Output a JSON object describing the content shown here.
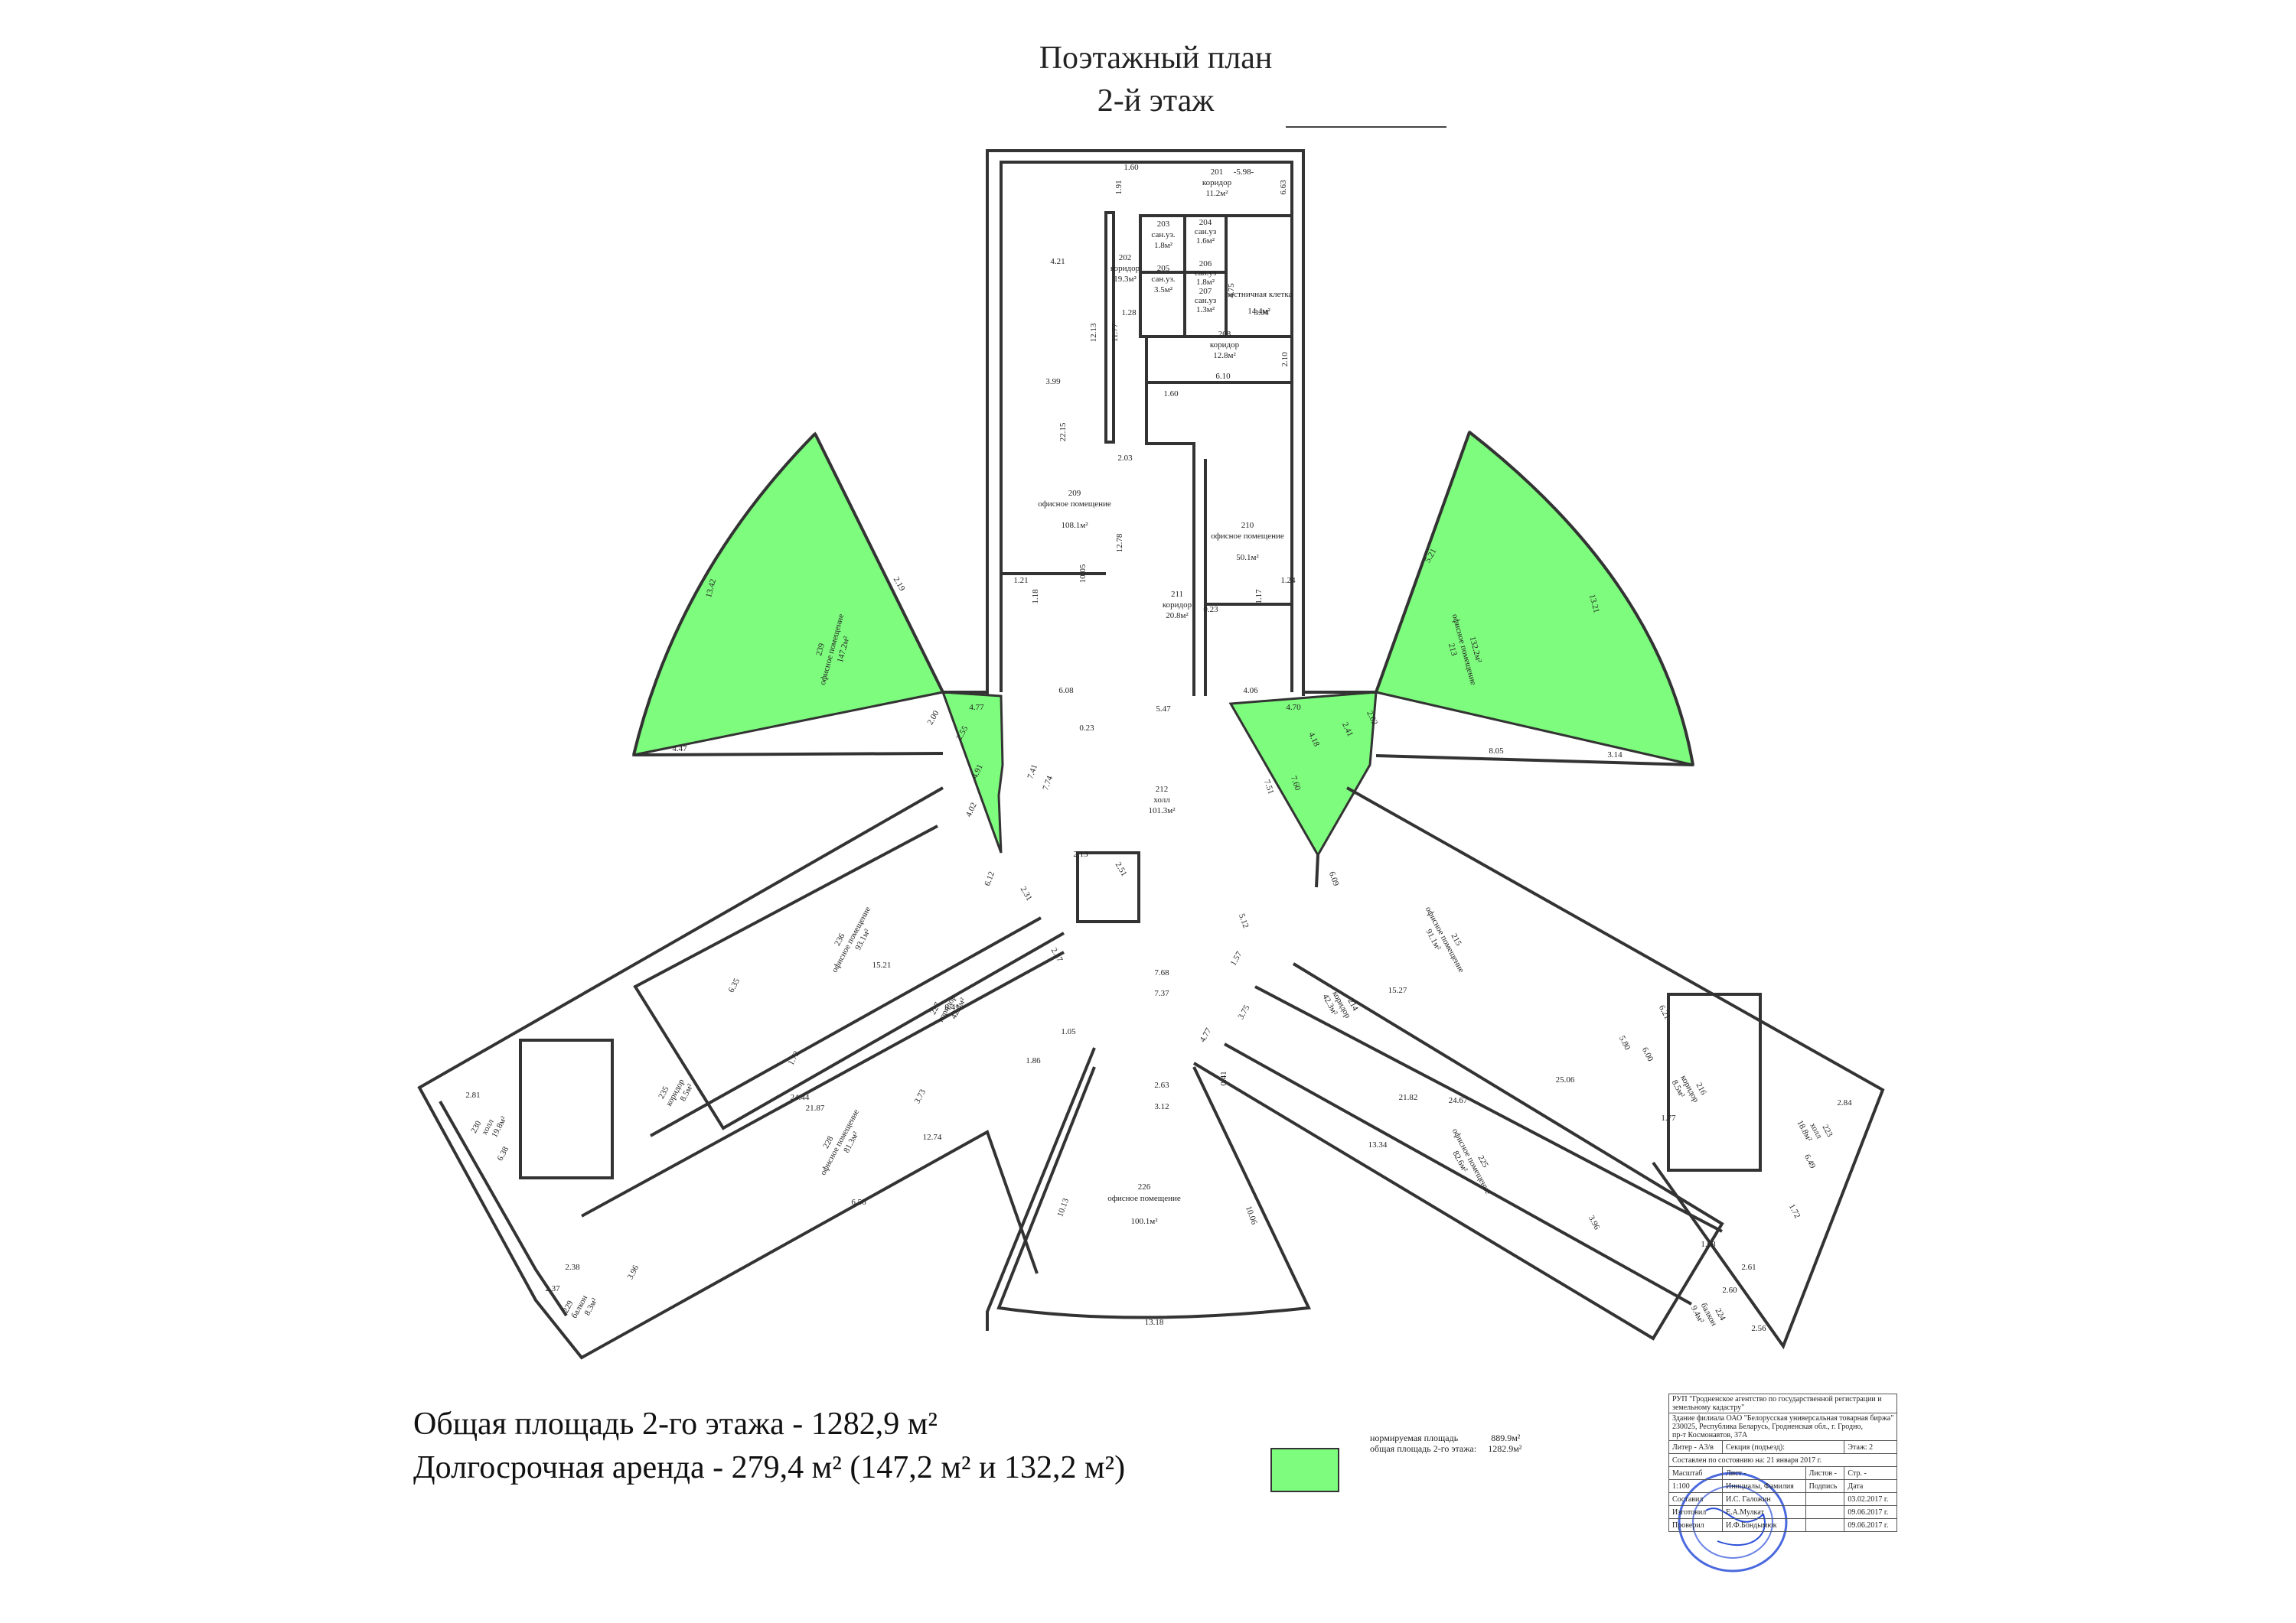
{
  "header": {
    "title": "Поэтажный план",
    "floor": "2-й этаж"
  },
  "colors": {
    "lease_fill": "#7dfc7d",
    "wall": "#333333"
  },
  "rooms": {
    "r201": {
      "num": "201",
      "name": "коридор",
      "area": "11.2м²"
    },
    "r202": {
      "num": "202",
      "name": "коридор",
      "area": "19.3м²"
    },
    "r203": {
      "num": "203",
      "name": "сан.уз.",
      "area": "1.8м²"
    },
    "r204": {
      "num": "204",
      "name": "сан.уз",
      "area": "1.6м²"
    },
    "r205": {
      "num": "205",
      "name": "сан.уз.",
      "area": "3.5м²"
    },
    "r206": {
      "num": "206",
      "name": "сан.уз",
      "area": "1.8м²"
    },
    "r207": {
      "num": "207",
      "name": "сан.уз",
      "area": "1.3м²"
    },
    "stair": {
      "name": "лестничная клетка",
      "area": "14.4м²"
    },
    "r208": {
      "num": "208",
      "name": "коридор",
      "area": "12.8м²"
    },
    "r209": {
      "num": "209",
      "name": "офисное помещение",
      "area": "108.1м²"
    },
    "r210": {
      "num": "210",
      "name": "офисное помещение",
      "area": "50.1м²"
    },
    "r211": {
      "num": "211",
      "name": "коридор",
      "area": "20.8м²"
    },
    "r212": {
      "num": "212",
      "name": "холл",
      "area": "101.3м²"
    },
    "r213": {
      "num": "213",
      "name": "офисное помещение",
      "area": "132.2м²"
    },
    "r214": {
      "num": "214",
      "name": "коридор",
      "area": "42.3м²"
    },
    "r215": {
      "num": "215",
      "name": "офисное помещение",
      "area": "91.1м²"
    },
    "r216": {
      "num": "216",
      "name": "коридор",
      "area": "8.5м²"
    },
    "r223": {
      "num": "223",
      "name": "холл",
      "area": "18.8м²"
    },
    "r224": {
      "num": "224",
      "name": "балкон",
      "area": "9.4м²"
    },
    "r225": {
      "num": "225",
      "name": "офисное помещение",
      "area": "82.6м²"
    },
    "r226": {
      "num": "226",
      "name": "офисное помещение",
      "area": "100.1м²"
    },
    "r227": {
      "num": "227",
      "name": "коридор",
      "area": "42.3м²"
    },
    "r228": {
      "num": "228",
      "name": "офисное помещение",
      "area": "81.3м²"
    },
    "r229": {
      "num": "229",
      "name": "балкон",
      "area": "8.3м²"
    },
    "r230": {
      "num": "230",
      "name": "холл",
      "area": "19.8м²"
    },
    "r235": {
      "num": "235",
      "name": "коридор",
      "area": "8.5м²"
    },
    "r236": {
      "num": "236",
      "name": "офисное помещение",
      "area": "93.1м²"
    },
    "r239": {
      "num": "239",
      "name": "офисное помещение",
      "area": "147.2м²"
    }
  },
  "dims": {
    "d1": "1.60",
    "d2": "1.91",
    "d3": "-5.98-",
    "d4": "6.63",
    "d5": "4.21",
    "d6": "12.13",
    "d7": "11.77",
    "d8": "1.28",
    "d9": "3.04",
    "d10": "4.75",
    "d11": "2.10",
    "d12": "6.10",
    "d13": "1.60",
    "d14": "3.99",
    "d15": "22.15",
    "d16": "2.03",
    "d17": "12.78",
    "d18": "10.05",
    "d19": "1.21",
    "d20": "1.18",
    "d21": "1.24",
    "d22": "1.17",
    "d23": "0.23",
    "d24": "6.08",
    "d25": "5.47",
    "d26": "4.06",
    "d27": "13.42",
    "d28": "2.19",
    "d29": "4.47",
    "d30": "4.77",
    "d31": "2.00",
    "d32": "2.55",
    "d33": "4.91",
    "d34": "4.02",
    "d35": "7.74",
    "d36": "7.41",
    "d37": "6.12",
    "d38": "0.23",
    "d39": "13.21",
    "d40": "5.21",
    "d41": "8.05",
    "d42": "3.14",
    "d43": "4.70",
    "d44": "4.18",
    "d45": "2.41",
    "d46": "2.02",
    "d47": "7.51",
    "d48": "7.60",
    "d49": "6.09",
    "d50": "5.12",
    "d51": "2.13",
    "d52": "2.51",
    "d53": "2.31",
    "d54": "7.68",
    "d55": "7.37",
    "d56": "2.37",
    "d57": "1.57",
    "d58": "3.75",
    "d59": "15.21",
    "d60": "6.35",
    "d61": "1.05",
    "d62": "1.72",
    "d63": "15.27",
    "d64": "25.06",
    "d65": "5.80",
    "d66": "6.00",
    "d67": "6.21",
    "d68": "24.44",
    "d69": "21.87",
    "d70": "3.73",
    "d71": "12.74",
    "d72": "6.56",
    "d73": "21.82",
    "d74": "24.67",
    "d75": "13.34",
    "d76": "3.96",
    "d77": "2.63",
    "d78": "3.12",
    "d79": "10.13",
    "d80": "10.06",
    "d81": "13.18",
    "d82": "2.81",
    "d83": "6.38",
    "d84": "2.38",
    "d85": "2.37",
    "d86": "3.96",
    "d87": "2.84",
    "d88": "6.49",
    "d89": "2.61",
    "d90": "2.60",
    "d91": "1.08",
    "d92": "1.72",
    "d93": "2.56",
    "d94": "1.77",
    "d95": "0.41",
    "d96": "1.86",
    "d97": "0.41",
    "d98": "4.77"
  },
  "summary": {
    "total": "Общая площадь 2-го этажа - 1282,9 м²",
    "lease": "Долгосрочная аренда - 279,4 м² (147,2 м² и 132,2 м²)"
  },
  "legend_small": {
    "line1_label": "нормируемая площадь",
    "line1_value": "889.9м²",
    "line2_label": "общая площадь 2-го этажа:",
    "line2_value": "1282.9м²"
  },
  "stamp": {
    "org1": "РУП \"Гродненское агентство по государственной регистрации и",
    "org2": "земельному кадастру\"",
    "obj1": "Здание филиала ОАО \"Белорусская универсальная товарная биржа\"",
    "obj2": "230025, Республика Беларусь, Гродненская обл., г. Гродно,",
    "obj3": "пр-т Космонавтов, 37А",
    "liter": "Литер - А3/в",
    "section": "Секция (подъезд):",
    "floor": "Этаж: 2",
    "state": "Составлен по состоянию на: 21 января 2017 г.",
    "h_scale": "Масштаб",
    "h_sheet": "Лист -",
    "h_sheets": "Листов -",
    "h_page": "Стр. -",
    "scale": "1:100",
    "h_name": "Инициалы, Фамилия",
    "h_sign": "Подпись",
    "h_date": "Дата",
    "role1": "Составил",
    "name1": "И.С. Галожин",
    "date1": "03.02.2017 г.",
    "role2": "Изготовил",
    "name2": "Е.А.Мулкат",
    "date2": "09.06.2017 г.",
    "role3": "Проверил",
    "name3": "И.Ф.Бондымюк",
    "date3": "09.06.2017 г."
  }
}
